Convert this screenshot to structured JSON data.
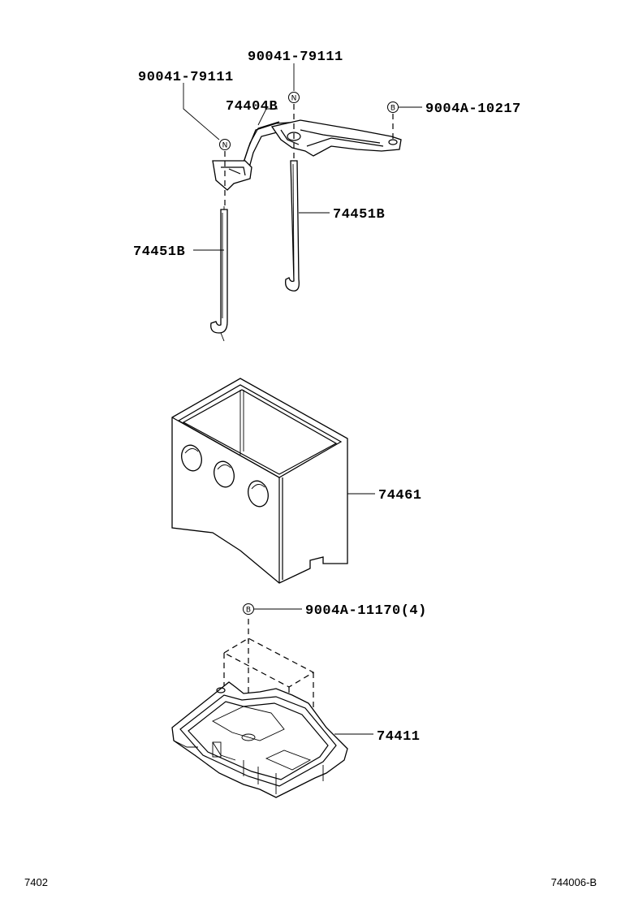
{
  "labels": {
    "nut_right": "90041-79111",
    "nut_left": "90041-79111",
    "clamp": "74404B",
    "bolt_clamp": "9004A-10217",
    "rod_right": "74451B",
    "rod_left": "74451B",
    "insulator": "74461",
    "bolt_tray": "9004A-11170(4)",
    "tray": "74411"
  },
  "symbols": {
    "nut": "N",
    "bolt": "B"
  },
  "footer": {
    "left_code": "7402",
    "right_code": "744006-B"
  }
}
